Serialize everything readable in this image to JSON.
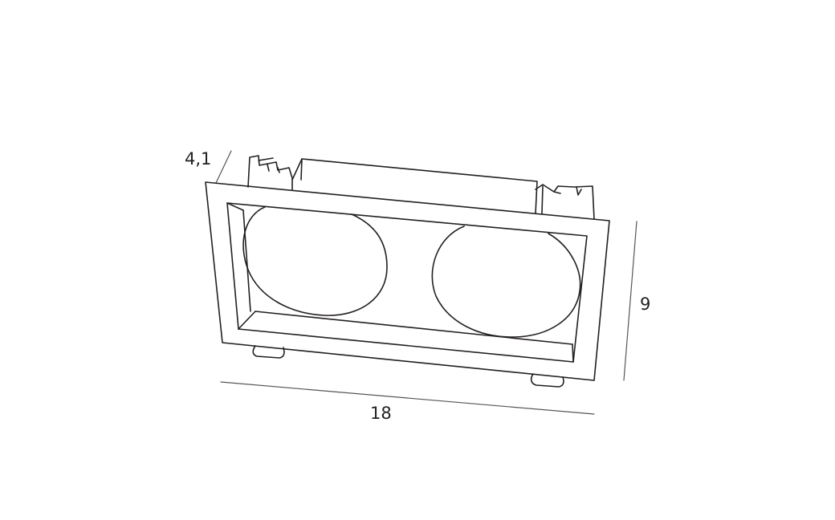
{
  "dimensions": {
    "depth": "4,1",
    "height": "9",
    "width": "18"
  },
  "colors": {
    "line": "#231f20",
    "dim_line": "#555555",
    "background": "#ffffff"
  }
}
